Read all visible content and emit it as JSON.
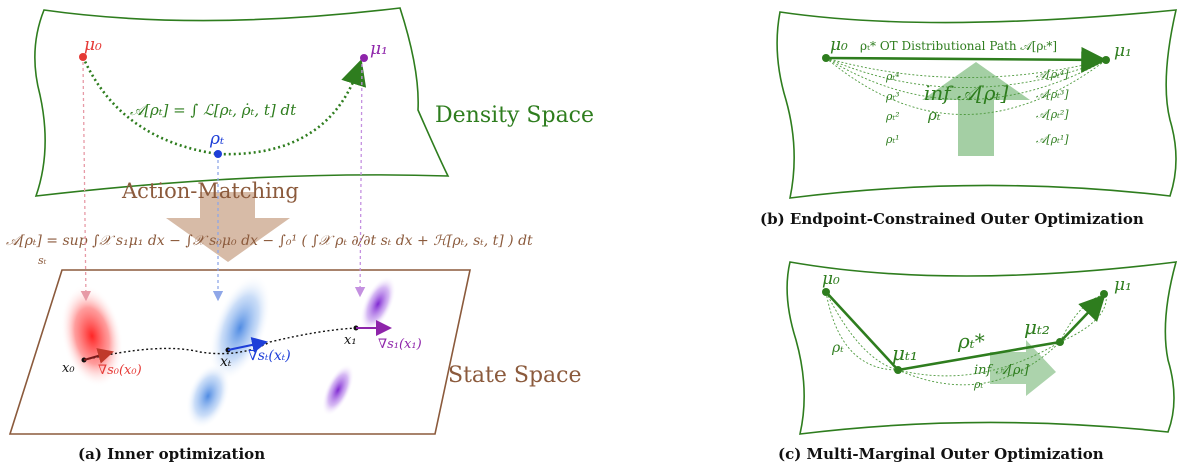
{
  "panel_a": {
    "caption": "(a) Inner optimization",
    "density_space_label": "Density Space",
    "state_space_label": "State Space",
    "action_matching_label": "Action-Matching",
    "mu0": "μ₀",
    "mu1": "μ₁",
    "rho_t": "ρₜ",
    "action_def": "𝒜[ρₜ] = ∫ ℒ[ρₜ, ρ̇ₜ, t] dt",
    "action_matching_eq": "𝒜[ρₜ] = sup ∫𝒳 s₁μ₁ dx − ∫𝒳 s₀μ₀ dx − ∫₀¹ ( ∫𝒳 ρₜ ∂/∂t sₜ dx + ℋ[ρₜ, sₜ, t] ) dt",
    "eq_sub": "sₜ",
    "x0": "x₀",
    "xt": "xₜ",
    "x1": "x₁",
    "grad_s0": "∇s₀(x₀)",
    "grad_st": "∇sₜ(xₜ)",
    "grad_s1": "∇s₁(x₁)"
  },
  "panel_b": {
    "caption": "(b) Endpoint-Constrained Outer Optimization",
    "mu0": "μ₀",
    "mu1": "μ₁",
    "ot_path": "ρₜ* OT Distributional Path 𝒜[ρₜ*]",
    "inf_label": "inf 𝒜[ρₜ]",
    "rho_t": "ρₜ",
    "path_labels": [
      "ρₜ⁴",
      "ρₜ³",
      "ρₜ²",
      "ρₜ¹"
    ],
    "action_labels": [
      "𝒜[ρₜ⁴]",
      "𝒜[ρₜ³]",
      "𝒜[ρₜ²]",
      "𝒜[ρₜ¹]"
    ]
  },
  "panel_c": {
    "caption": "(c) Multi-Marginal Outer Optimization",
    "mu0": "μ₀",
    "mu1": "μ₁",
    "mu_t1": "μₜ₁",
    "mu_t2": "μₜ₂",
    "rho_t_star": "ρₜ*",
    "rho_t": "ρₜ",
    "inf_label": "inf 𝒜[ρₜ]",
    "rho_t_small": "ρₜ"
  },
  "colors": {
    "green": "#2e7d1e",
    "brown": "#8b5a3c",
    "red": "#e53935",
    "blue": "#1e3fd8",
    "purple": "#8e24aa",
    "light_green": "#8bc78a"
  }
}
